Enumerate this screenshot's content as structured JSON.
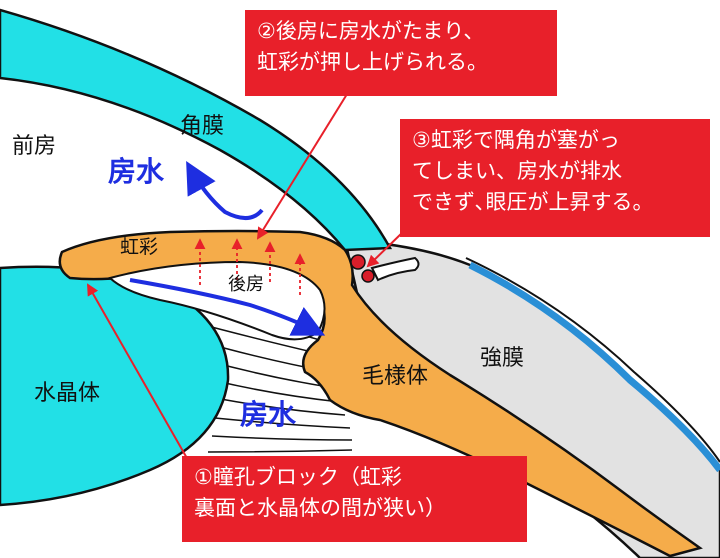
{
  "labels": {
    "anterior_chamber": "前房",
    "cornea": "角膜",
    "iris": "虹彩",
    "posterior_chamber": "後房",
    "lens": "水晶体",
    "ciliary_body": "毛様体",
    "sclera": "強膜"
  },
  "aqueous_upper": "房水",
  "aqueous_lower": "房水",
  "callouts": {
    "c2": {
      "line1": "②後房に房水がたまり、",
      "line2": "虹彩が押し上げられる。"
    },
    "c3": {
      "line1": "③虹彩で隅角が塞がっ",
      "line2": "てしまい、房水が排水",
      "line3": "できず､眼圧が上昇する。"
    },
    "c1": {
      "line1": "①瞳孔ブロック（虹彩",
      "line2": "裏面と水晶体の間が狭い）"
    }
  },
  "colors": {
    "cornea": "#22e0e6",
    "lens": "#22e0e6",
    "iris": "#f5ac4a",
    "sclera": "#e2e2e2",
    "sclera_edge": "#2a8fd6",
    "aqueous": "#1e2ee0",
    "callout_bg": "#e8202a",
    "pointer": "#e8202a",
    "block": "#d81e2a",
    "outline": "#111111"
  }
}
